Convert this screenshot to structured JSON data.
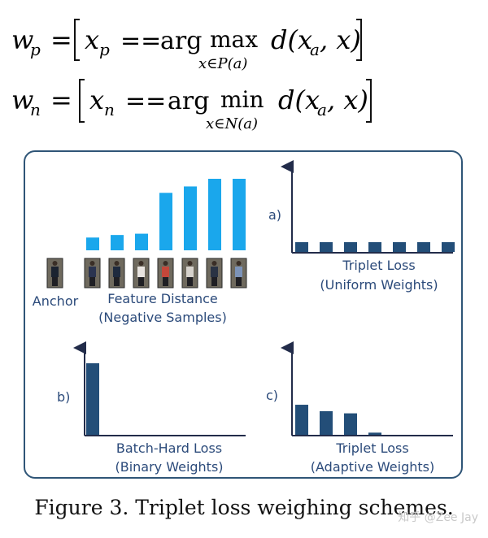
{
  "equations": {
    "wp": {
      "lhs": "w",
      "lhs_sub": "p",
      "x": "x",
      "x_sub": "p",
      "op": "==",
      "arg": "arg",
      "fn": "max",
      "under": "x∈P(a)",
      "dist": "d(x",
      "dist_sub": "a",
      "dist_end": ", x)"
    },
    "wn": {
      "lhs": "w",
      "lhs_sub": "n",
      "x": "x",
      "x_sub": "n",
      "op": "==",
      "arg": "arg",
      "fn": "min",
      "under": "x∈N(a)",
      "dist": "d(x",
      "dist_sub": "a",
      "dist_end": ", x)"
    }
  },
  "colors": {
    "light_bar": "#1aa7ec",
    "dark_bar": "#234e78",
    "axis": "#222c4a",
    "label": "#2b4a7a",
    "border": "#2f5577"
  },
  "chart_data": [
    {
      "type": "bar",
      "name": "feature-distance",
      "values": [
        1.0,
        1.2,
        1.3,
        4.5,
        5.0,
        5.6,
        5.6
      ],
      "xlabel": "Feature Distance",
      "xlabel2": "(Negative Samples)",
      "anchor_label": "Anchor"
    },
    {
      "type": "bar",
      "name": "uniform",
      "panel_label": "a)",
      "values": [
        1,
        1,
        1,
        1,
        1,
        1,
        1
      ],
      "title": "Triplet Loss",
      "subtitle": "(Uniform Weights)"
    },
    {
      "type": "bar",
      "name": "binary",
      "panel_label": "b)",
      "values": [
        1,
        0,
        0,
        0,
        0,
        0,
        0
      ],
      "title": "Batch-Hard Loss",
      "subtitle": "(Binary Weights)"
    },
    {
      "type": "bar",
      "name": "adaptive",
      "panel_label": "c)",
      "values": [
        0.42,
        0.33,
        0.3,
        0.03
      ],
      "title": "Triplet Loss",
      "subtitle": "(Adaptive Weights)"
    }
  ],
  "caption": "Figure 3. Triplet loss weighing schemes.",
  "watermark": "知乎 @Zee Jay"
}
